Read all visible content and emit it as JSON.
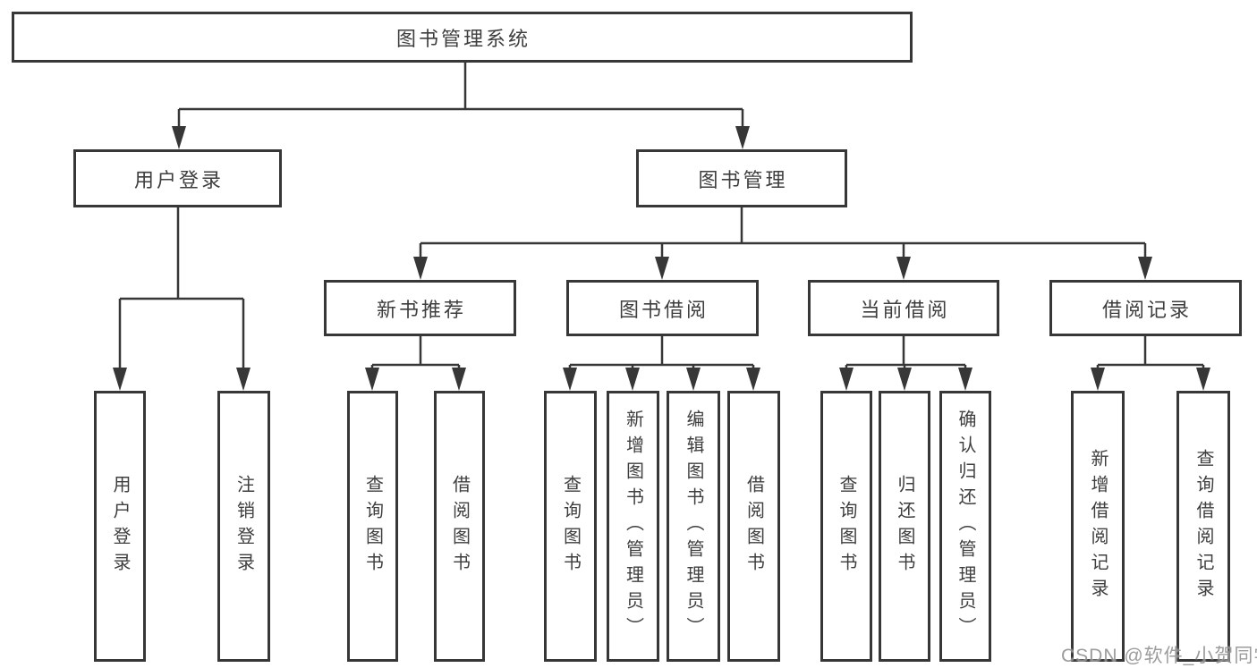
{
  "diagram": {
    "title": "图书管理系统",
    "branches": [
      {
        "label": "用户登录",
        "children": [
          {
            "label": "用户登录"
          },
          {
            "label": "注销登录"
          }
        ]
      },
      {
        "label": "图书管理",
        "children": [
          {
            "label": "新书推荐",
            "children": [
              {
                "label": "查询图书"
              },
              {
                "label": "借阅图书"
              }
            ]
          },
          {
            "label": "图书借阅",
            "children": [
              {
                "label": "查询图书"
              },
              {
                "label": "新增图书（管理员）"
              },
              {
                "label": "编辑图书（管理员）"
              },
              {
                "label": "借阅图书"
              }
            ]
          },
          {
            "label": "当前借阅",
            "children": [
              {
                "label": "查询图书"
              },
              {
                "label": "归还图书"
              },
              {
                "label": "确认归还（管理员）"
              }
            ]
          },
          {
            "label": "借阅记录",
            "children": [
              {
                "label": "新增借阅记录"
              },
              {
                "label": "查询借阅记录"
              }
            ]
          }
        ]
      }
    ]
  },
  "watermark": "CSDN @软件_小贺同学",
  "colors": {
    "line": "#373737",
    "box_border": "#373737",
    "text": "#3e3e3e",
    "background": "#ffffff",
    "watermark": "#868686"
  }
}
